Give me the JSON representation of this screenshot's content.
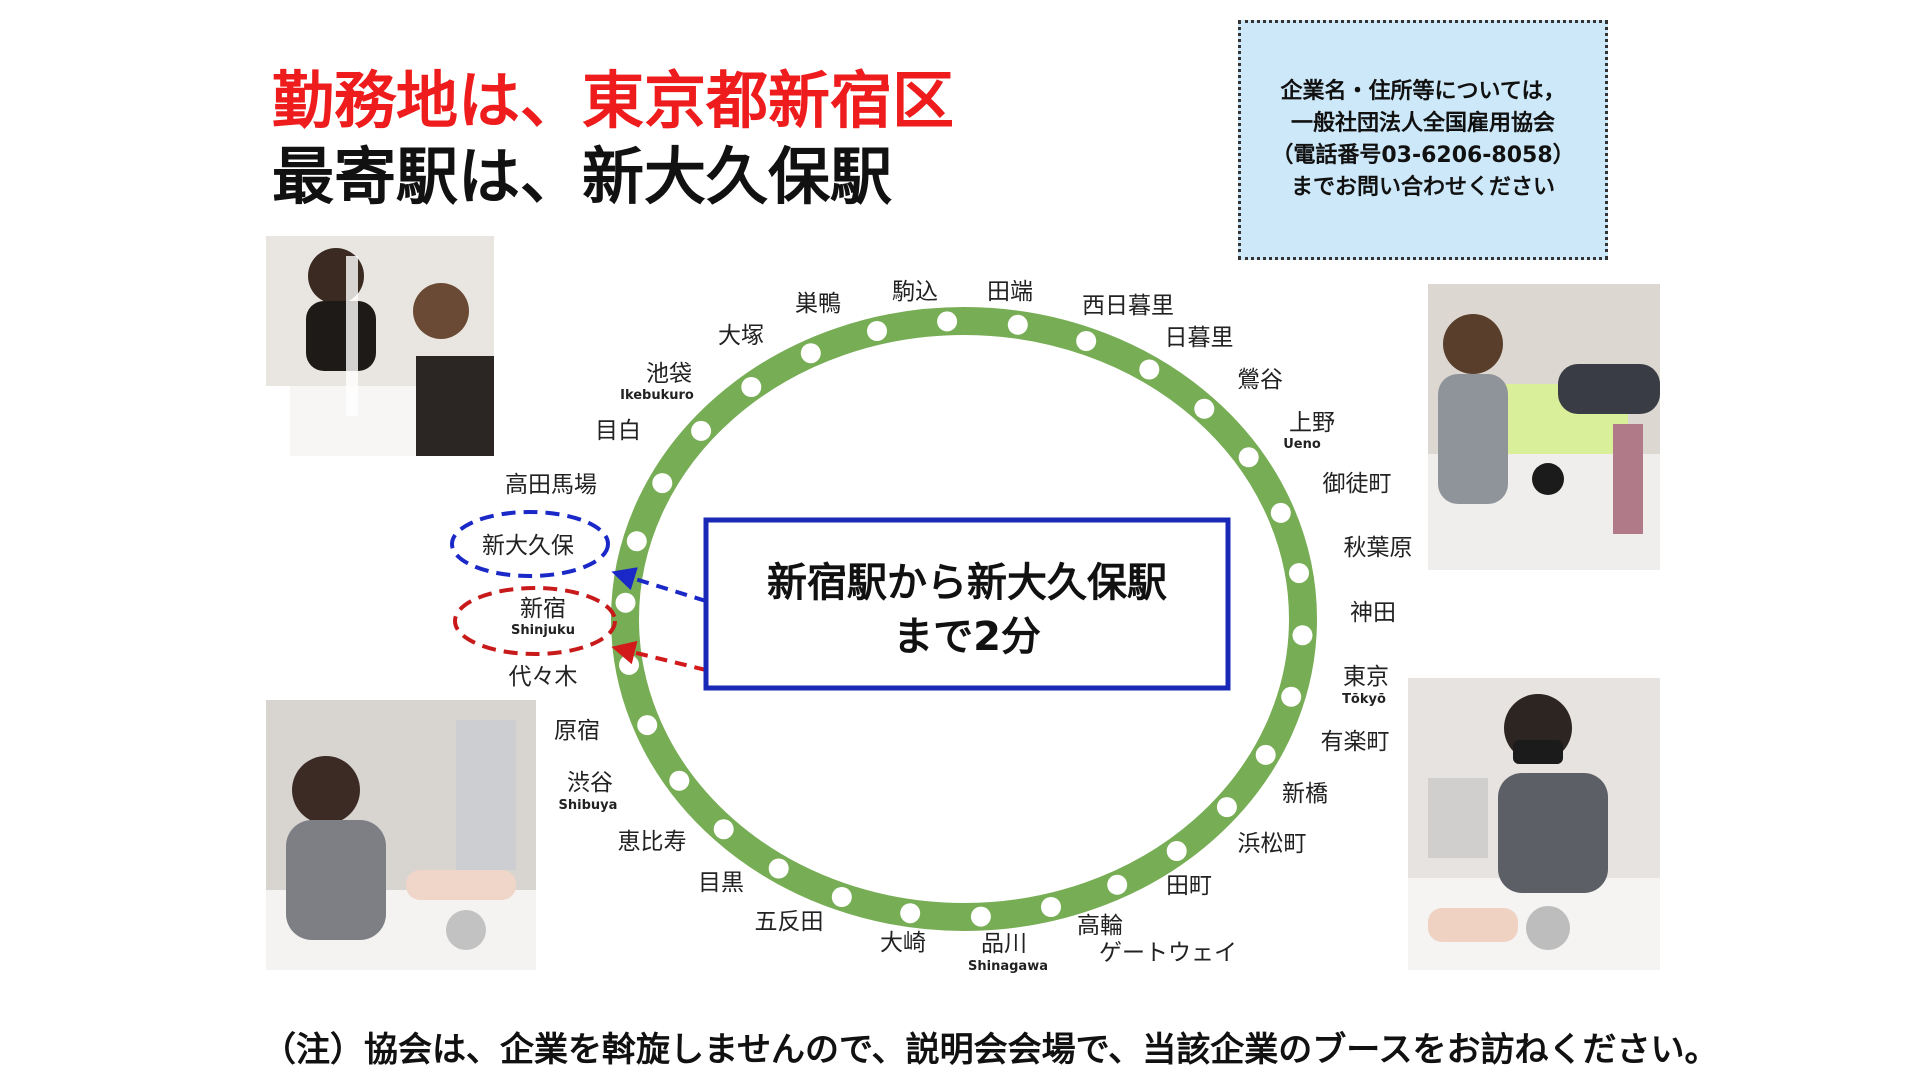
{
  "headline": {
    "location": "勤務地は、東京都新宿区",
    "station": "最寄駅は、新大久保駅"
  },
  "contact_box": {
    "line1": "企業名・住所等については，",
    "line2": "一般社団法人全国雇用協会",
    "line3": "（電話番号03-6206-8058）",
    "line4": "までお問い合わせください"
  },
  "map": {
    "ring_color": "#77ad55",
    "callout_line1": "新宿駅から新大久保駅",
    "callout_line2": "まで2分",
    "stations": {
      "komagome": "駒込",
      "tabata": "田端",
      "nishinippori": "西日暮里",
      "nippori": "日暮里",
      "uguisudani": "鶯谷",
      "ueno": "上野",
      "ueno_en": "Ueno",
      "okachimachi": "御徒町",
      "akihabara": "秋葉原",
      "kanda": "神田",
      "tokyo": "東京",
      "tokyo_en": "Tōkyō",
      "yurakucho": "有楽町",
      "shimbashi": "新橋",
      "hamamatsucho": "浜松町",
      "tamachi": "田町",
      "takanawa1": "高輪",
      "takanawa2": "ゲートウェイ",
      "shinagawa": "品川",
      "shinagawa_en": "Shinagawa",
      "osaki": "大崎",
      "gotanda": "五反田",
      "meguro": "目黒",
      "ebisu": "恵比寿",
      "shibuya": "渋谷",
      "shibuya_en": "Shibuya",
      "harajuku": "原宿",
      "yoyogi": "代々木",
      "shinjuku": "新宿",
      "shinjuku_en": "Shinjuku",
      "shinokubo": "新大久保",
      "takadanobaba": "高田馬場",
      "mejiro": "目白",
      "ikebukuro": "池袋",
      "ikebukuro_en": "Ikebukuro",
      "otsuka": "大塚",
      "sugamo": "巣鴨"
    }
  },
  "footer_note": "（注）協会は、企業を斡旋しませんので、説明会会場で、当該企業のブースをお訪ねください。"
}
